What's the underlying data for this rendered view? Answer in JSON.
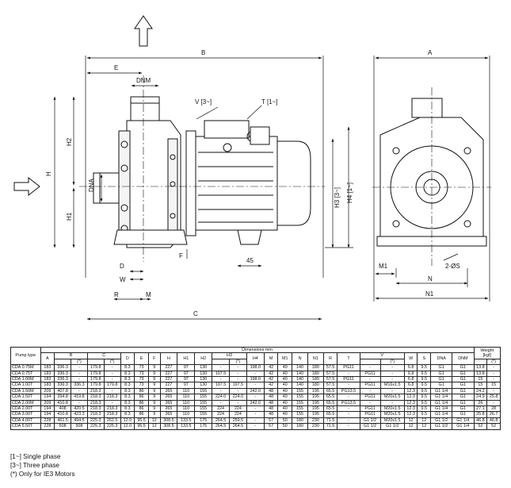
{
  "drawing": {
    "dims": {
      "B": "B",
      "E": "E",
      "DNM": "DNM",
      "V": "V [3~]",
      "T": "T [1~]",
      "H": "H",
      "H2": "H2",
      "H1": "H1",
      "H3": "H3 [3~]",
      "H4": "H4 [1~]",
      "DNA": "DNA",
      "D": "D",
      "W": "W",
      "R": "R",
      "M": "M",
      "F": "F",
      "C": "C",
      "dim45": "45",
      "A": "A",
      "M1": "M1",
      "holes": "2-ØS",
      "N": "N",
      "N1": "N1"
    }
  },
  "table": {
    "title": "Dimensions mm",
    "pump_type": "Pump type",
    "weight": "Weight",
    "weight_unit": "[kgf]",
    "star": "(*)",
    "columns": [
      "A",
      "B",
      "C",
      "D",
      "E",
      "F",
      "H",
      "H1",
      "H2",
      "H3",
      "H4",
      "M",
      "M1",
      "N",
      "N1",
      "R",
      "T",
      "V",
      "W",
      "S",
      "DNA",
      "DNM"
    ],
    "rows": [
      [
        "CDA 0.75M",
        "183",
        "336.3",
        "-",
        "179.8",
        "-",
        "8.3",
        "73",
        "9",
        "227",
        "97",
        "130",
        "-",
        "-",
        "198.0",
        "42",
        "40",
        "140",
        "180",
        "57.5",
        "PG11",
        "-",
        "-",
        "6.8",
        "9.5",
        "G1",
        "G1",
        "13.8",
        "-"
      ],
      [
        "CDA 0.75T",
        "183",
        "336.3",
        "-",
        "179.8",
        "-",
        "8.3",
        "73",
        "9",
        "227",
        "97",
        "130",
        "197.5",
        "-",
        "-",
        "42",
        "40",
        "140",
        "180",
        "57.5",
        "-",
        "PG11",
        "-",
        "6.8",
        "9.5",
        "G1",
        "G1",
        "13.8",
        "-"
      ],
      [
        "CDA 1.00M",
        "183",
        "336.3",
        "-",
        "179.8",
        "-",
        "8.3",
        "73",
        "9",
        "227",
        "97",
        "130",
        "-",
        "-",
        "198.0",
        "42",
        "40",
        "140",
        "180",
        "57.5",
        "PG11",
        "-",
        "-",
        "6.8",
        "9.5",
        "G1",
        "G1",
        "15",
        "-"
      ],
      [
        "CDA 1.00T",
        "183",
        "336.3",
        "336.3",
        "179.8",
        "179.8",
        "8.3",
        "73",
        "9",
        "227",
        "97",
        "130",
        "197.5",
        "197.5",
        "-",
        "42",
        "40",
        "140",
        "180",
        "57.5",
        "-",
        "PG11",
        "M16x1.5",
        "6.8",
        "9.5",
        "G1",
        "G1",
        "15",
        "15"
      ],
      [
        "CDA 1.50M",
        "209",
        "407.8",
        "-",
        "218.3",
        "-",
        "8.3",
        "86",
        "9",
        "265",
        "110",
        "155",
        "-",
        "-",
        "242.0",
        "48",
        "40",
        "155",
        "195",
        "65.5",
        "PG13.5",
        "-",
        "-",
        "12.3",
        "9.5",
        "G1 1/4",
        "G1",
        "24.2",
        "-"
      ],
      [
        "CDA 1.50T",
        "194",
        "394.8",
        "419.8",
        "218.3",
        "218.3",
        "8.3",
        "86",
        "9",
        "265",
        "110",
        "155",
        "224.0",
        "224.0",
        "-",
        "48",
        "40",
        "155",
        "195",
        "65.5",
        "-",
        "PG11",
        "M20x1.5",
        "12.3",
        "9.5",
        "G1 1/4",
        "G1",
        "24.9",
        "25.8"
      ],
      [
        "CDA 2.00M",
        "209",
        "410.8",
        "-",
        "218.3",
        "-",
        "8.3",
        "86",
        "9",
        "265",
        "110",
        "155",
        "-",
        "-",
        "242.0",
        "48",
        "40",
        "155",
        "195",
        "65.5",
        "PG13.5",
        "-",
        "-",
        "12.3",
        "9.5",
        "G1 1/4",
        "G1",
        "26",
        "-"
      ],
      [
        "CDA 2.00T",
        "194",
        "408",
        "420.5",
        "218.3",
        "218.3",
        "8.3",
        "86",
        "9",
        "265",
        "110",
        "155",
        "224",
        "224",
        "-",
        "48",
        "40",
        "155",
        "195",
        "65.5",
        "-",
        "PG11",
        "M20x1.5",
        "12.3",
        "9.5",
        "G1 1/4",
        "G1",
        "27.1",
        "28"
      ],
      [
        "CDA 3.00T",
        "194",
        "410.8",
        "423.3",
        "218.3",
        "218.3",
        "8.3",
        "86",
        "9",
        "265",
        "110",
        "155",
        "224",
        "224",
        "-",
        "48",
        "40",
        "155",
        "195",
        "65.5",
        "-",
        "PG11",
        "M20x1.5",
        "12.3",
        "9.5",
        "G1 1/4",
        "G1",
        "25.8",
        "26.7"
      ],
      [
        "CDA 4.00T",
        "228",
        "461.5",
        "494.5",
        "225.3",
        "262.5",
        "12.0",
        "95.5",
        "12",
        "308.5",
        "133.5",
        "175",
        "264.5",
        "259.5",
        "-",
        "57",
        "50",
        "180",
        "230",
        "71.5",
        "-",
        "G1 1/2",
        "M20x1.5",
        "12",
        "12",
        "G1 1/2",
        "G1 1/4",
        "46.8",
        "46.8"
      ],
      [
        "CDA 5.50T",
        "228",
        "508",
        "508",
        "225.3",
        "225.3",
        "12.0",
        "95.5",
        "12",
        "308.5",
        "133.5",
        "175",
        "264.5",
        "264.5",
        "-",
        "57",
        "50",
        "180",
        "230",
        "71.5",
        "-",
        "G1 1/2",
        "G1 1/2",
        "12",
        "12",
        "G1 1/2",
        "G1 1/4",
        "52",
        "52"
      ]
    ]
  },
  "notes": {
    "single_phase": "[1~] Single phase",
    "three_phase": "[3~] Three phase",
    "ie3": "(*) Only for IE3 Motors"
  }
}
